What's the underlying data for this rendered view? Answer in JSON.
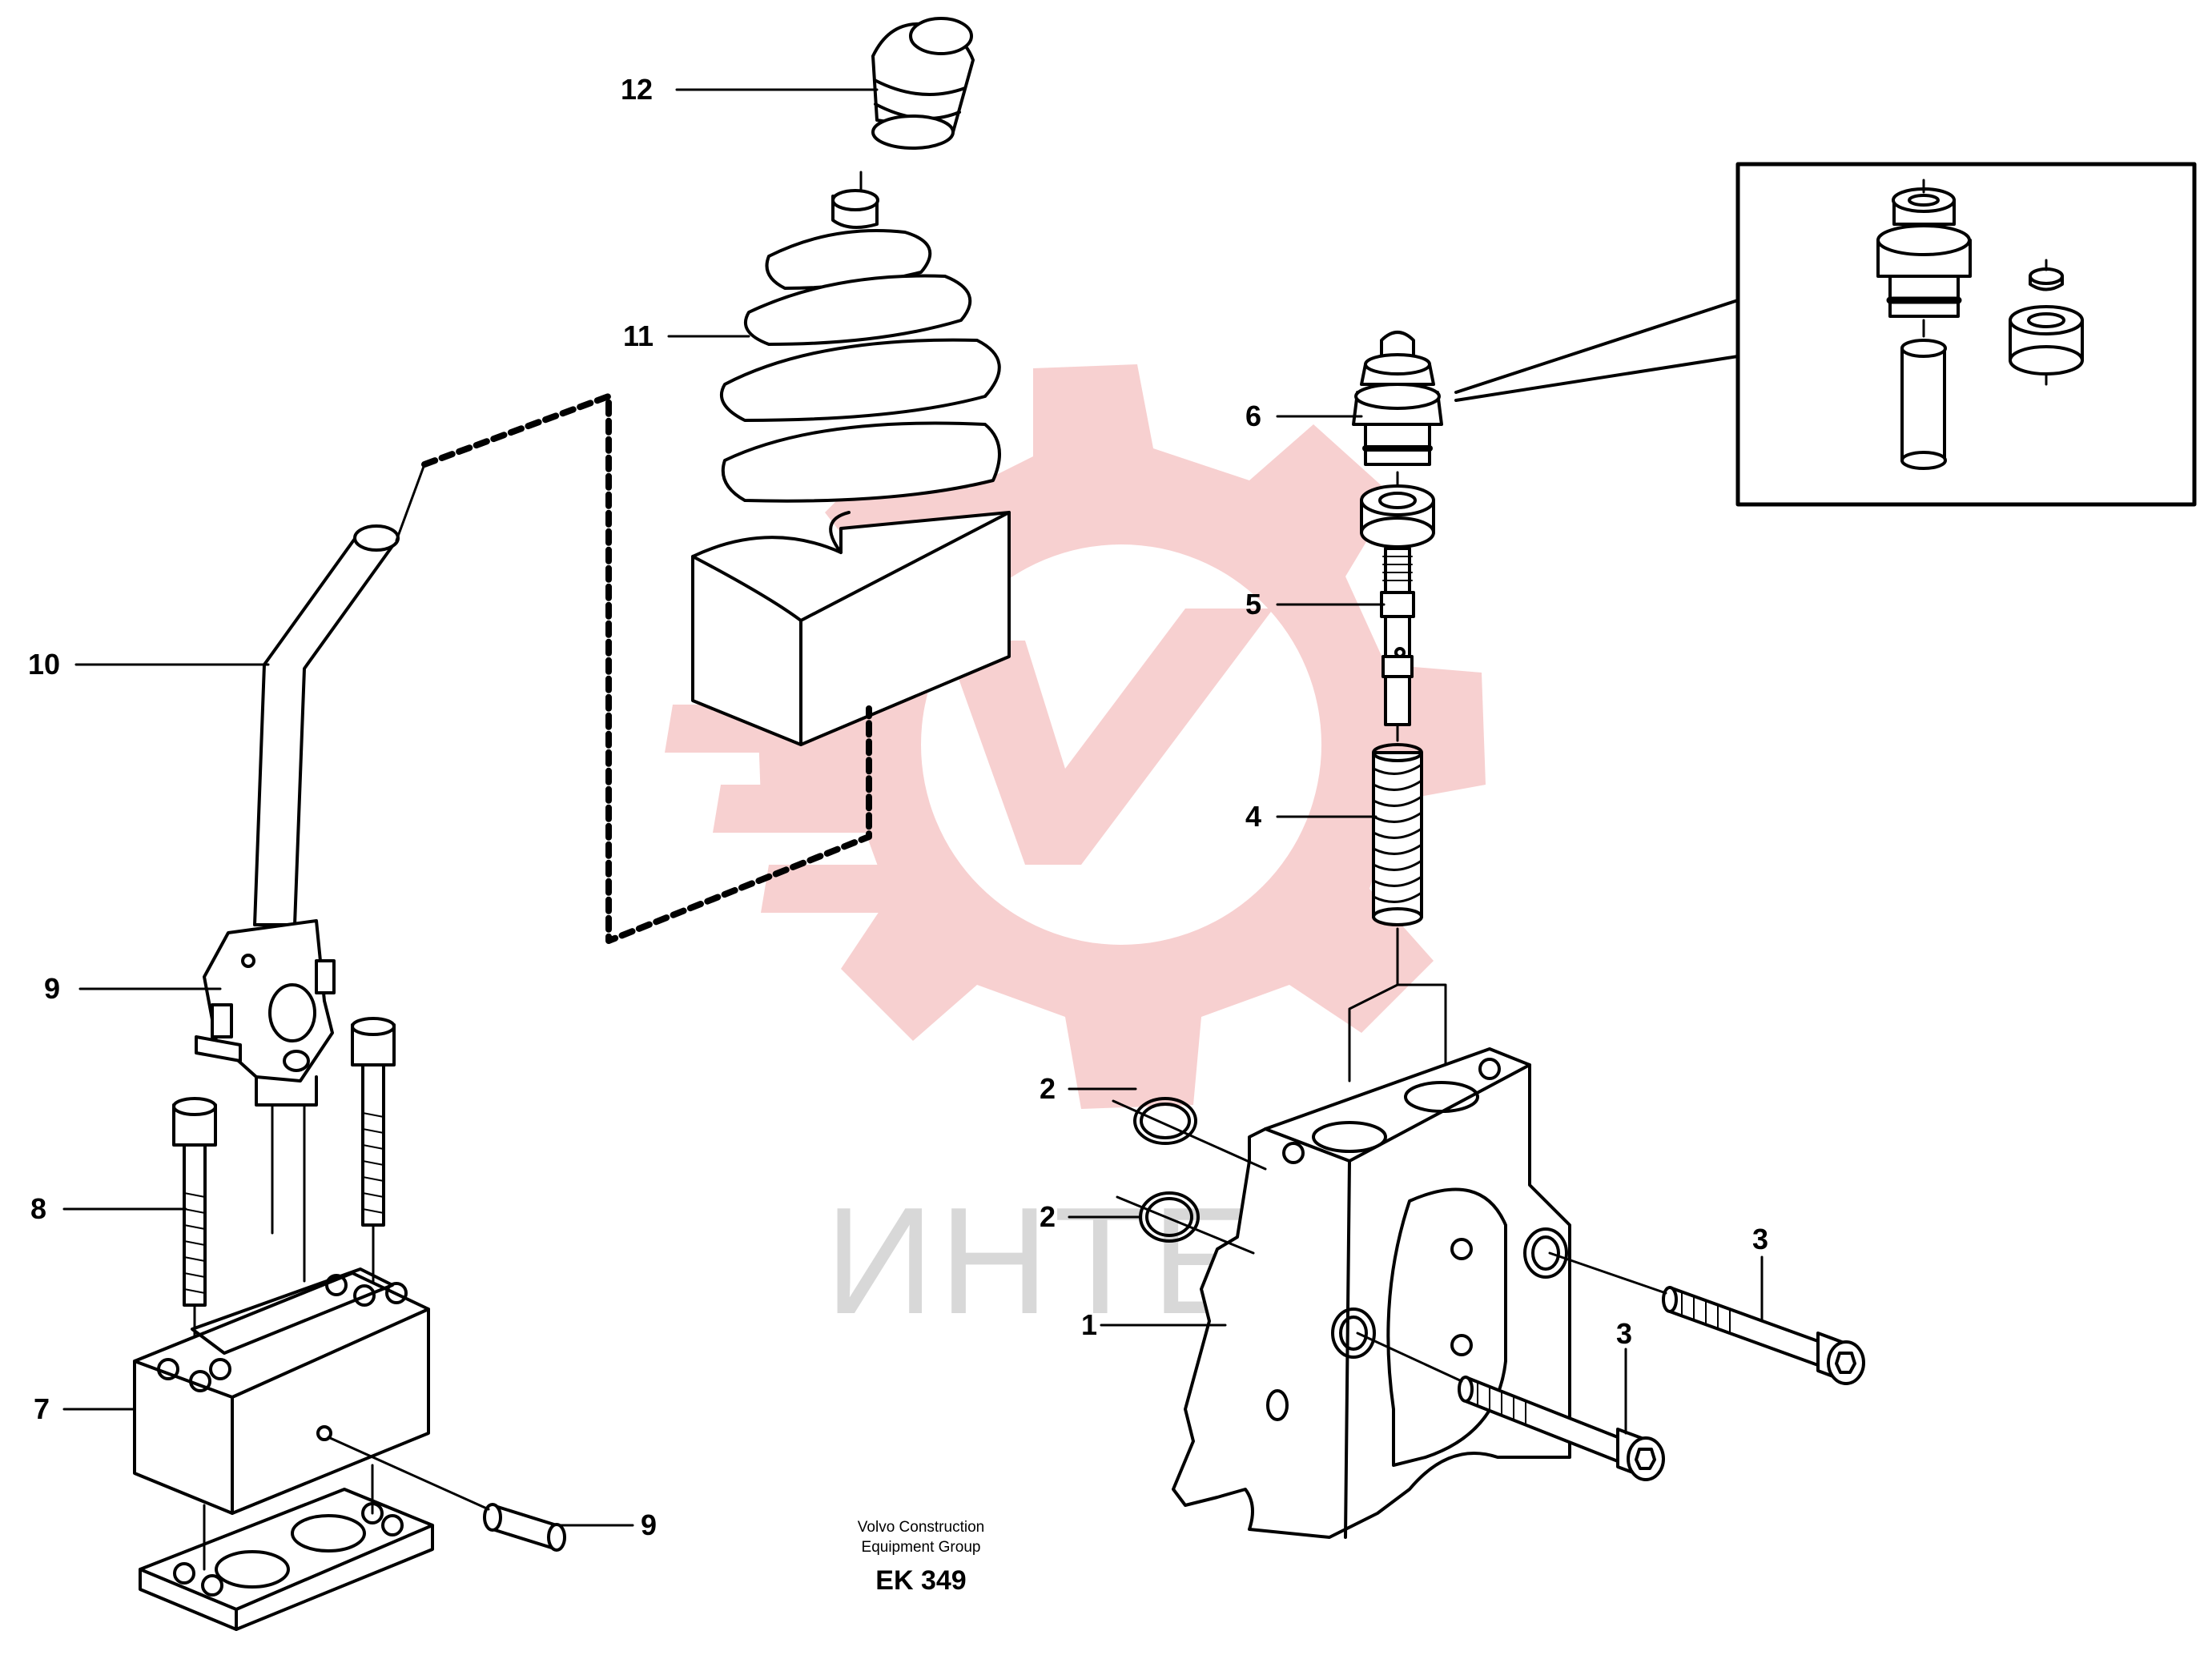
{
  "watermark": {
    "text": "ИНТЕХ",
    "gear_color": "#f6c8c8",
    "text_color": "#d8d8d8"
  },
  "callouts": [
    {
      "id": "c12",
      "label": "12"
    },
    {
      "id": "c11",
      "label": "11"
    },
    {
      "id": "c10",
      "label": "10"
    },
    {
      "id": "c9a",
      "label": "9"
    },
    {
      "id": "c8",
      "label": "8"
    },
    {
      "id": "c7",
      "label": "7"
    },
    {
      "id": "c9b",
      "label": "9"
    },
    {
      "id": "c6",
      "label": "6"
    },
    {
      "id": "c5",
      "label": "5"
    },
    {
      "id": "c4",
      "label": "4"
    },
    {
      "id": "c2a",
      "label": "2"
    },
    {
      "id": "c2b",
      "label": "2"
    },
    {
      "id": "c1",
      "label": "1"
    },
    {
      "id": "c3a",
      "label": "3"
    },
    {
      "id": "c3b",
      "label": "3"
    }
  ],
  "footer": {
    "line1": "Volvo Construction",
    "line2": "Equipment Group",
    "code": "EK 349"
  },
  "colors": {
    "ink": "#000000",
    "paper": "#ffffff"
  }
}
